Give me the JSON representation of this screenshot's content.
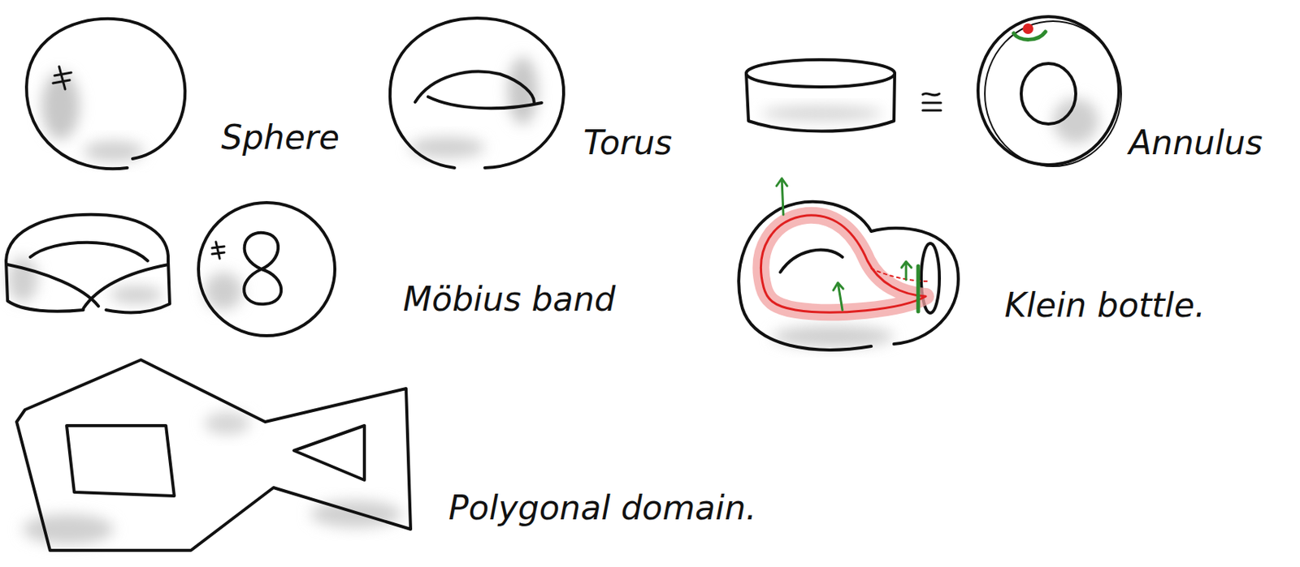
{
  "diagram": {
    "labels": [
      "Sphere",
      "Torus",
      "Annulus",
      "Möbius band",
      "Klein bottle.",
      "Polygonal domain."
    ]
  }
}
